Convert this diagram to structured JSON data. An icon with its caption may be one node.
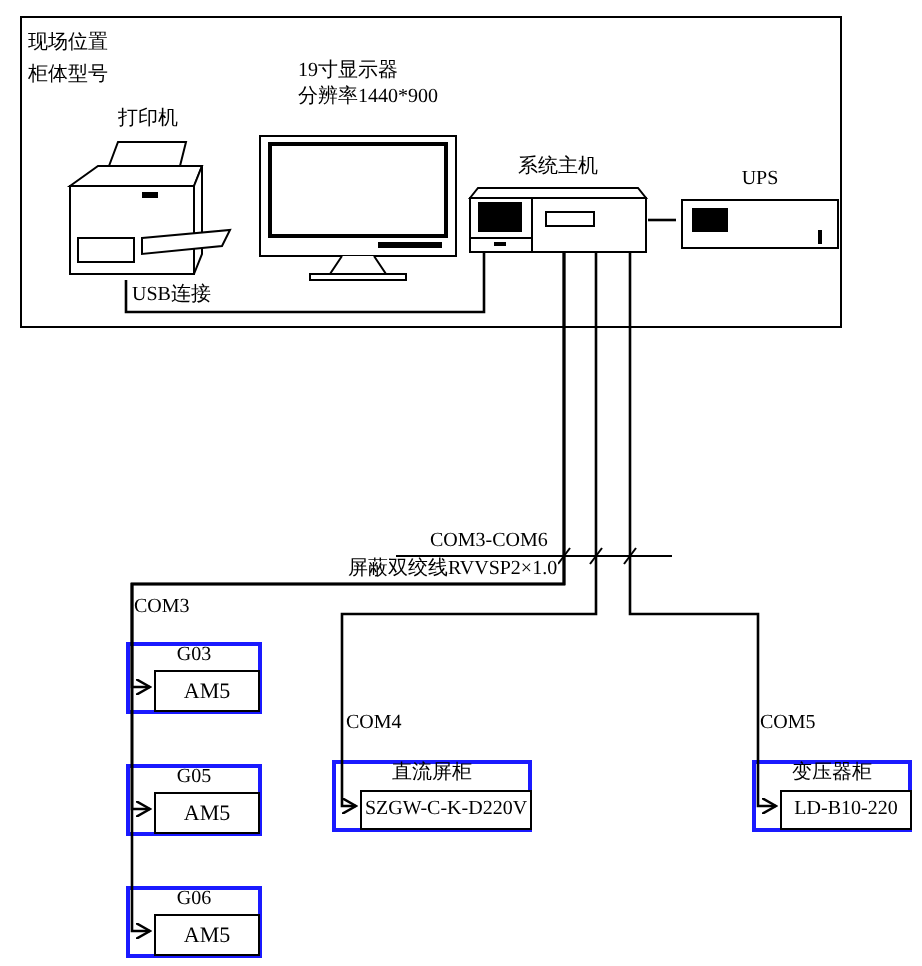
{
  "diagram": {
    "nodes": [
      {
        "text": [
          "现场位置",
          "柜体型号"
        ]
      },
      {
        "text": [
          "打印机"
        ],
        "in": 0
      },
      {
        "text": [
          "19寸显示器",
          "分辨率1440*900"
        ],
        "in": 0
      },
      {
        "text": [
          "系统主机"
        ],
        "in": 0
      },
      {
        "text": [
          "UPS"
        ],
        "in": 0
      },
      {
        "text": [
          "G03"
        ]
      },
      {
        "text": [
          "AM5"
        ],
        "in": 5
      },
      {
        "text": [
          "G05"
        ]
      },
      {
        "text": [
          "AM5"
        ],
        "in": 7
      },
      {
        "text": [
          "G06"
        ]
      },
      {
        "text": [
          "AM5"
        ],
        "in": 9
      },
      {
        "text": [
          "直流屏柜"
        ]
      },
      {
        "text": [
          "SZGW-C-K-D220V"
        ],
        "in": 11
      },
      {
        "text": [
          "变压器柜"
        ]
      },
      {
        "text": [
          "LD-B10-220"
        ],
        "in": 13
      }
    ],
    "edges": [
      {
        "from": 1,
        "to": 3,
        "arrow": "none",
        "label": "USB连接"
      },
      {
        "from": 3,
        "to": 4,
        "arrow": "none"
      },
      {
        "from": 3,
        "to": 6,
        "arrow": "to",
        "label": "COM3"
      },
      {
        "from": 3,
        "to": 8,
        "arrow": "to"
      },
      {
        "from": 3,
        "to": 10,
        "arrow": "to"
      },
      {
        "from": 3,
        "to": 12,
        "arrow": "to",
        "label": "COM4"
      },
      {
        "from": 3,
        "to": 14,
        "arrow": "to",
        "label": "COM5"
      }
    ],
    "labels": [
      "COM3-COM6",
      "屏蔽双绞线RVVSP2×1.0"
    ]
  }
}
